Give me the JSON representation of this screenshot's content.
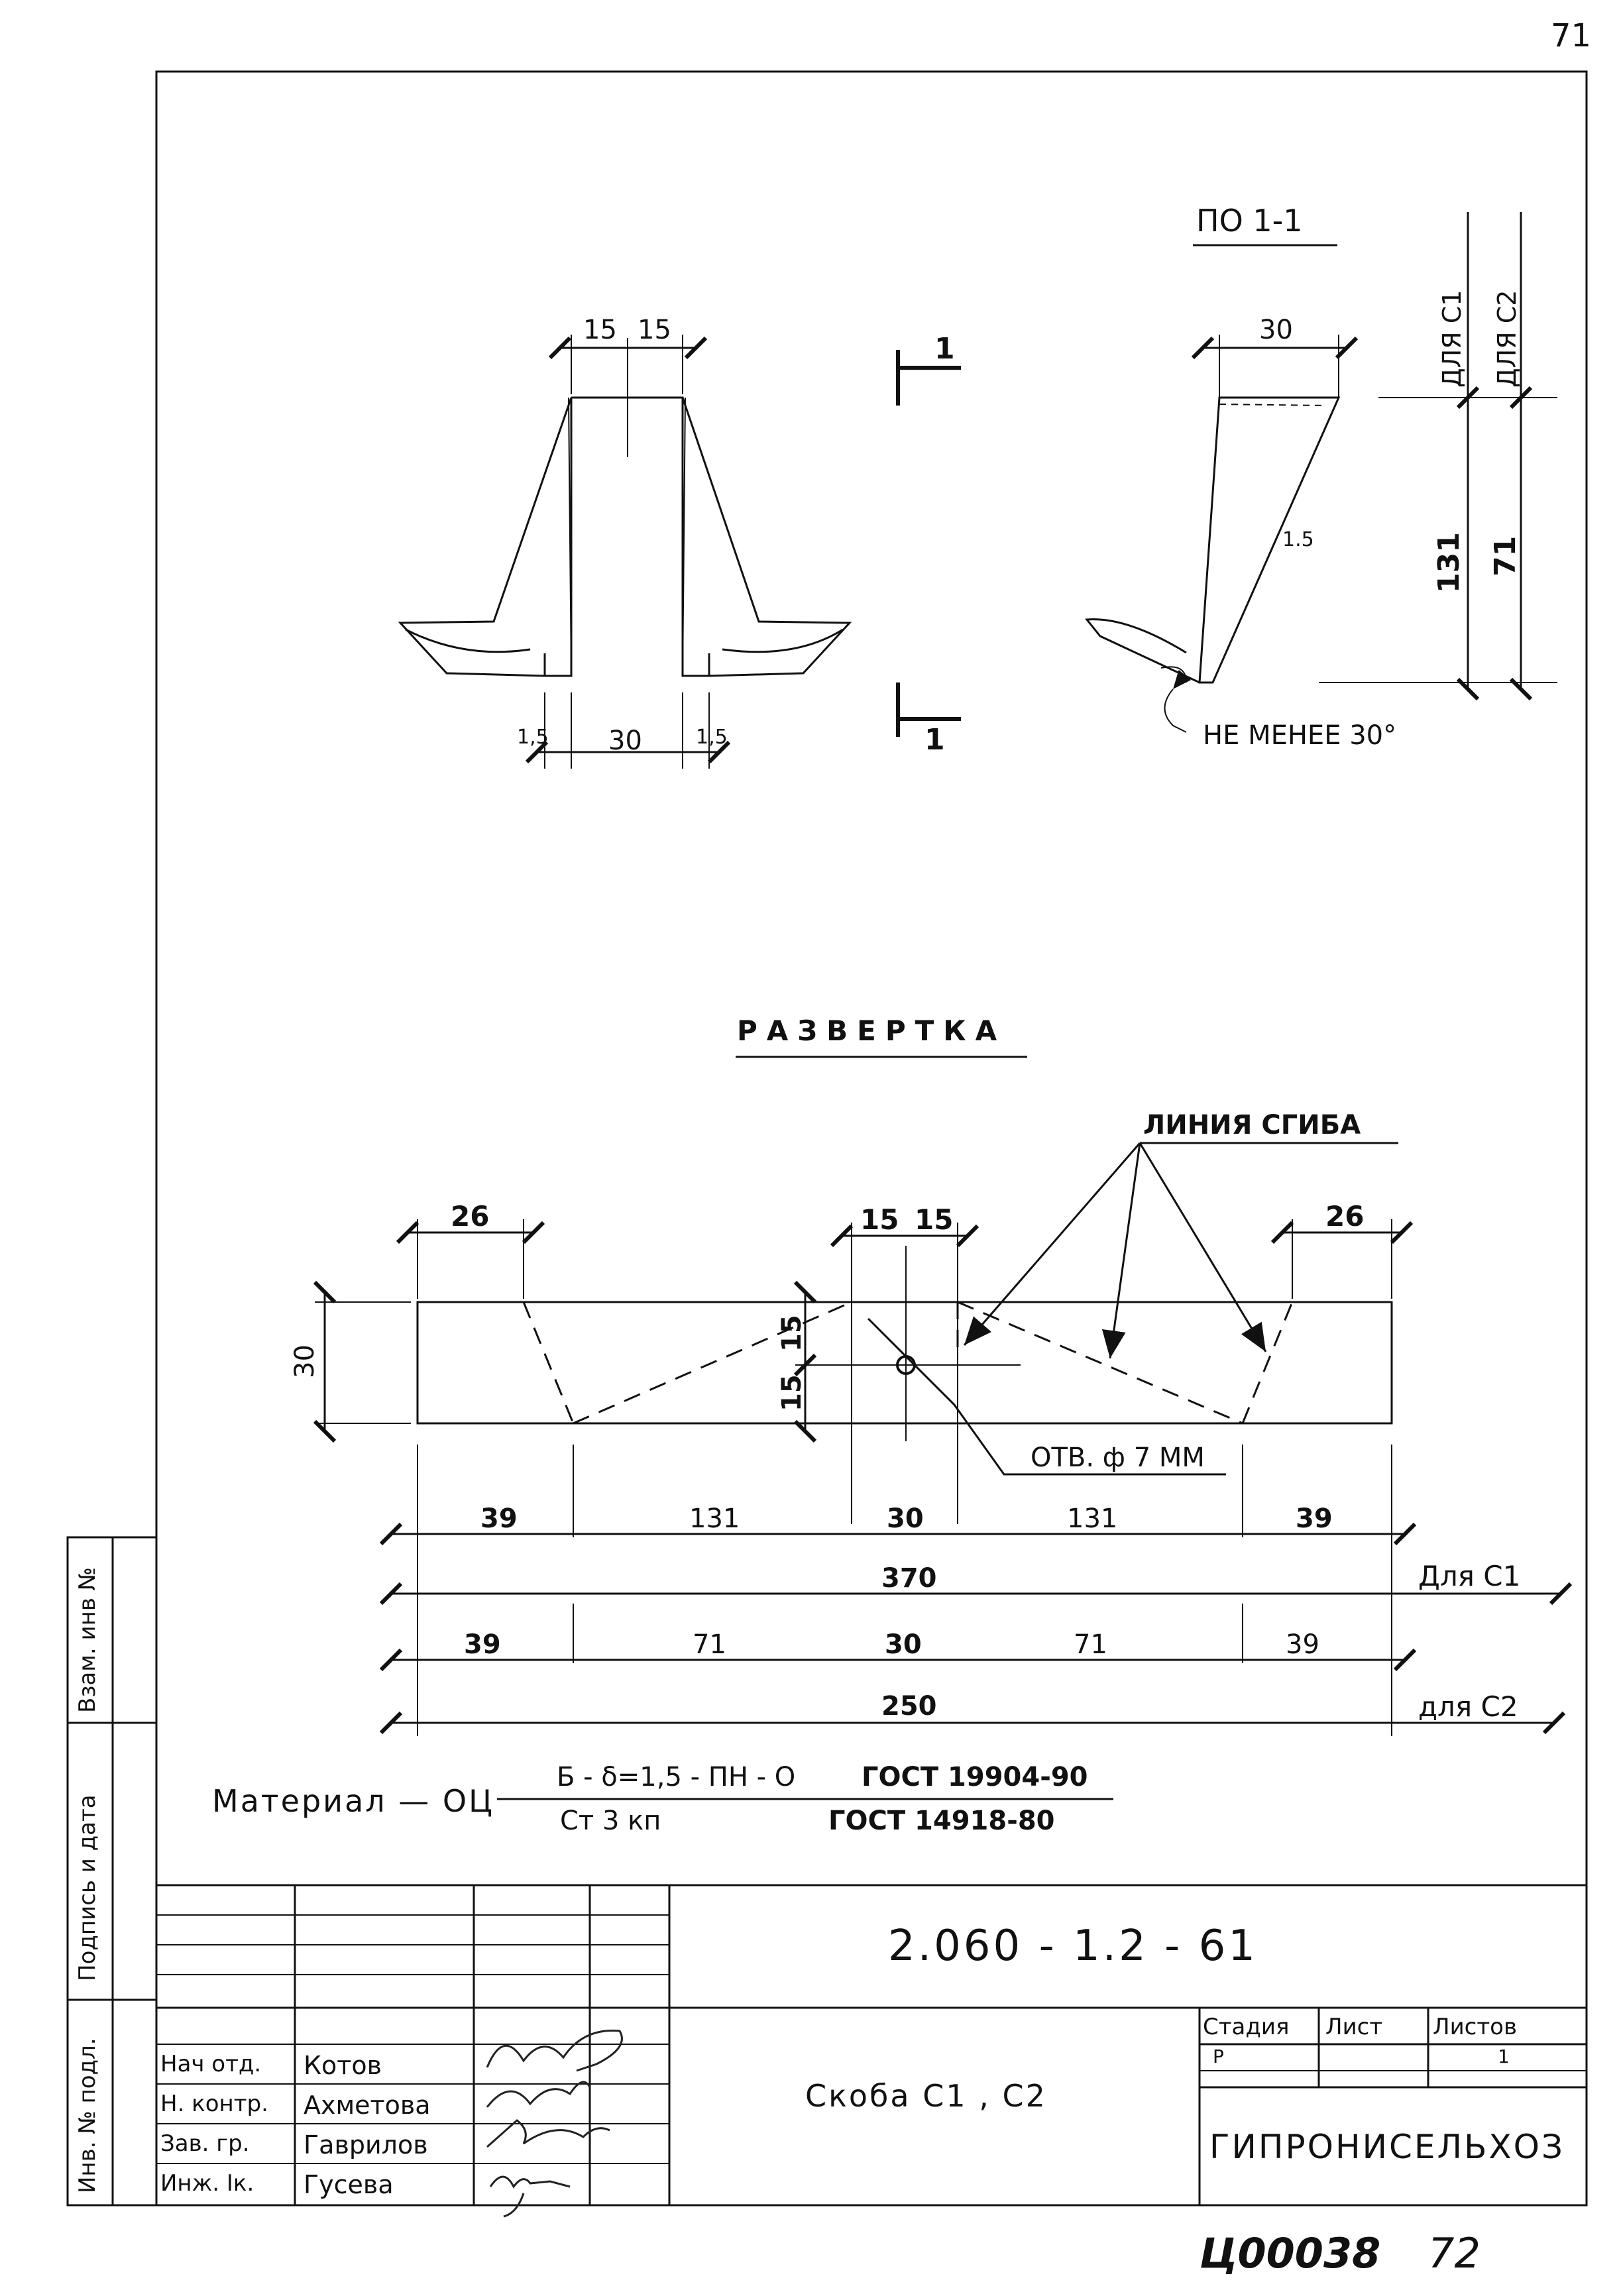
{
  "page_number": "71",
  "section_label": "ПО 1-1",
  "section_marks": {
    "top": "1",
    "bottom": "1"
  },
  "front_view": {
    "dim_15a": "15",
    "dim_15b": "15",
    "dim_30": "30",
    "dim_t1": "1,5",
    "dim_t2": "1,5"
  },
  "side_view": {
    "dim_30": "30",
    "dim_15": "1.5",
    "angle_note": "НЕ МЕНЕЕ 30°",
    "vert_c1": "ДЛЯ С1",
    "vert_c2": "ДЛЯ С2",
    "vert_131": "131",
    "vert_71": "71"
  },
  "unfold": {
    "title": "РАЗВЕРТКА",
    "bend_line": "ЛИНИЯ СГИБА",
    "hole": "ОТВ. ф 7 ММ",
    "dim_26a": "26",
    "dim_26b": "26",
    "dim_15a": "15",
    "dim_15b": "15",
    "dim_height": "30",
    "dim_hole_top": "15",
    "dim_hole_bot": "15",
    "row_c1": {
      "segments": [
        "39",
        "131",
        "30",
        "131",
        "39"
      ],
      "total": "370",
      "label": "Для С1"
    },
    "row_c2": {
      "segments": [
        "39",
        "71",
        "30",
        "71",
        "39"
      ],
      "total": "250",
      "label": "для С2"
    }
  },
  "material": {
    "prefix": "Материал — ОЦ",
    "top": "Б - δ=1,5 - ПН - О",
    "top_gost": "ГОСТ 19904-90",
    "bottom": "Ст 3 кп",
    "bottom_gost": "ГОСТ 14918-80"
  },
  "margin_stamps": [
    "Инв. № подл.",
    "Подпись и дата",
    "Взам. инв №"
  ],
  "title_block": {
    "code": "2.060 - 1.2 - 61",
    "name": "Скоба С1 , С2",
    "stage_header": "Стадия",
    "sheet_header": "Лист",
    "sheets_header": "Листов",
    "stage": "Р",
    "sheet": "",
    "sheets": "1",
    "org": "ГИПРОНИСЕЛЬХОЗ",
    "roles": [
      {
        "role": "Нач отд.",
        "name": "Котов"
      },
      {
        "role": "Н. контр.",
        "name": "Ахметова"
      },
      {
        "role": "Зав. гр.",
        "name": "Гаврилов"
      },
      {
        "role": "Инж. Iк.",
        "name": "Гусева"
      }
    ]
  },
  "footer_code": "Ц00038",
  "footer_page": "72"
}
